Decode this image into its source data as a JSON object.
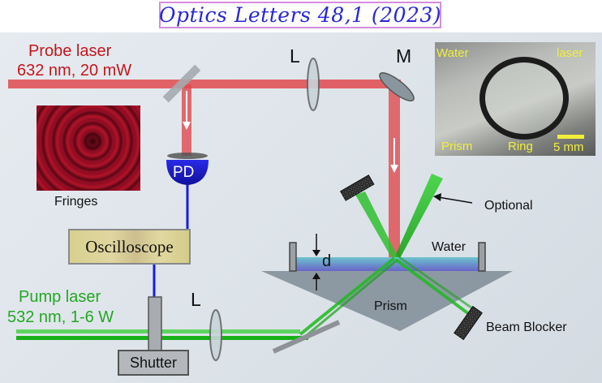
{
  "title": "Optics Letters 48,1 (2023)",
  "colors": {
    "probe_beam": "#e04a4e",
    "pump_beam": "#2ec82e",
    "pd_body": "#1616d8",
    "signal_cable": "#1a1ae0",
    "title_text": "#2727d6",
    "title_border": "#d58be0",
    "photo_label": "#f2ee3c"
  },
  "labels": {
    "probe_laser_line1": "Probe laser",
    "probe_laser_line2": "632 nm, 20 mW",
    "pump_laser_line1": "Pump laser",
    "pump_laser_line2": "532 nm, 1-6 W",
    "lens_top": "L",
    "lens_bottom": "L",
    "mirror": "M",
    "photodetector": "PD",
    "fringes": "Fringes",
    "oscilloscope": "Oscilloscope",
    "shutter": "Shutter",
    "optional": "Optional",
    "water": "Water",
    "thickness": "d",
    "prism": "Prism",
    "beam_blocker": "Beam Blocker"
  },
  "photo_inset": {
    "water": "Water",
    "laser": "laser",
    "prism": "Prism",
    "ring": "Ring",
    "scale": "5 mm"
  }
}
